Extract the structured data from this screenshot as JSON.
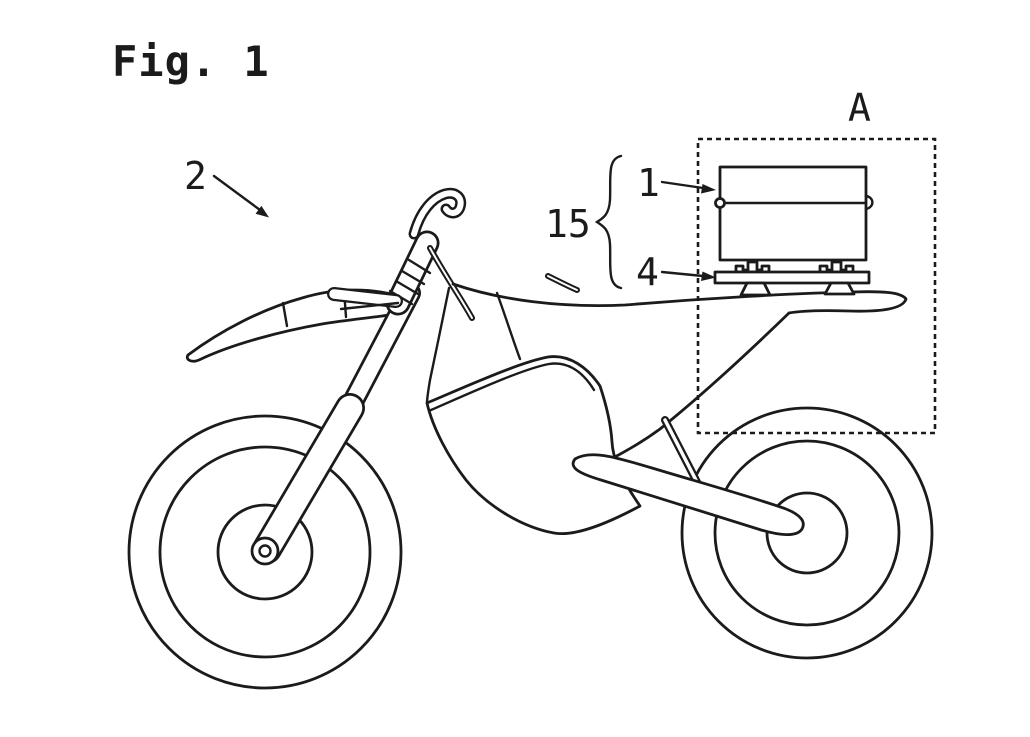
{
  "figure": {
    "title": "Fig. 1",
    "reference_labels": {
      "motorcycle": "2",
      "detail_view": "A",
      "energy_storage_unit": "1",
      "carrier_plate": "4",
      "storage_assembly": "15"
    }
  },
  "colors": {
    "ink": "#1b1b1b",
    "paper": "#ffffff"
  }
}
